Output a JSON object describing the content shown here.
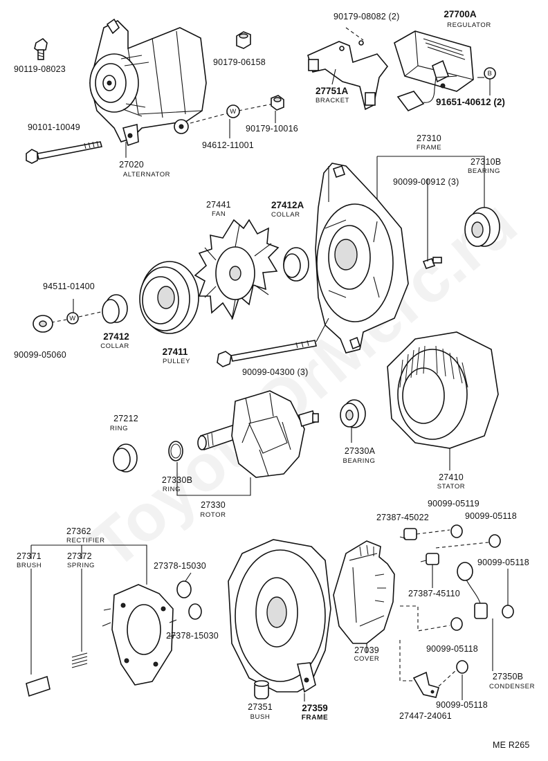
{
  "watermark": "ToyotaOrMerc.ru",
  "parts": [
    {
      "id": "p90119_08023",
      "number": "90119-08023"
    },
    {
      "id": "p90179_06158",
      "number": "90179-06158"
    },
    {
      "id": "p90179_08082",
      "number": "90179-08082 (2)"
    },
    {
      "id": "p27700A",
      "number": "27700A",
      "name": "REGULATOR"
    },
    {
      "id": "p27751A",
      "number": "27751A",
      "name": "BRACKET"
    },
    {
      "id": "p91651_40612",
      "number": "91651-40612 (2)"
    },
    {
      "id": "p90101_10049",
      "number": "90101-10049"
    },
    {
      "id": "p94612_11001",
      "number": "94612-11001"
    },
    {
      "id": "p90179_10016",
      "number": "90179-10016"
    },
    {
      "id": "p27020",
      "number": "27020",
      "name": "ALTERNATOR"
    },
    {
      "id": "p27310",
      "number": "27310",
      "name": "FRAME"
    },
    {
      "id": "p27310B",
      "number": "27310B",
      "name": "BEARING"
    },
    {
      "id": "p90099_00912",
      "number": "90099-00912 (3)"
    },
    {
      "id": "p27441",
      "number": "27441",
      "name": "FAN"
    },
    {
      "id": "p27412A",
      "number": "27412A",
      "name": "COLLAR"
    },
    {
      "id": "p94511_01400",
      "number": "94511-01400"
    },
    {
      "id": "p27412",
      "number": "27412",
      "name": "COLLAR"
    },
    {
      "id": "p27411",
      "number": "27411",
      "name": "PULLEY"
    },
    {
      "id": "p90099_05060",
      "number": "90099-05060"
    },
    {
      "id": "p90099_04300",
      "number": "90099-04300 (3)"
    },
    {
      "id": "p27212",
      "number": "27212",
      "name": "RING"
    },
    {
      "id": "p27330A",
      "number": "27330A",
      "name": "BEARING"
    },
    {
      "id": "p27410",
      "number": "27410",
      "name": "STATOR"
    },
    {
      "id": "p27330B",
      "number": "27330B",
      "name": "RING"
    },
    {
      "id": "p27330",
      "number": "27330",
      "name": "ROTOR"
    },
    {
      "id": "p27362",
      "number": "27362",
      "name": "RECTIFIER"
    },
    {
      "id": "p27371",
      "number": "27371",
      "name": "BRUSH"
    },
    {
      "id": "p27372",
      "number": "27372",
      "name": "SPRING"
    },
    {
      "id": "p27378_a",
      "number": "27378-15030"
    },
    {
      "id": "p27378_b",
      "number": "27378-15030"
    },
    {
      "id": "p27387_45022",
      "number": "27387-45022"
    },
    {
      "id": "p90099_05119",
      "number": "90099-05119"
    },
    {
      "id": "p90099_05118_a",
      "number": "90099-05118"
    },
    {
      "id": "p90099_05118_b",
      "number": "90099-05118"
    },
    {
      "id": "p27387_45110",
      "number": "27387-45110"
    },
    {
      "id": "p90099_05118_c",
      "number": "90099-05118"
    },
    {
      "id": "p27039",
      "number": "27039",
      "name": "COVER"
    },
    {
      "id": "p27350B",
      "number": "27350B",
      "name": "CONDENSER"
    },
    {
      "id": "p90099_05118_d",
      "number": "90099-05118"
    },
    {
      "id": "p27351",
      "number": "27351",
      "name": "BUSH"
    },
    {
      "id": "p27359",
      "number": "27359",
      "name": "FRAME"
    },
    {
      "id": "p27447_24061",
      "number": "27447-24061"
    }
  ],
  "callouts": {
    "w": "W",
    "b": "B"
  },
  "footer": {
    "code": "ME R265"
  }
}
